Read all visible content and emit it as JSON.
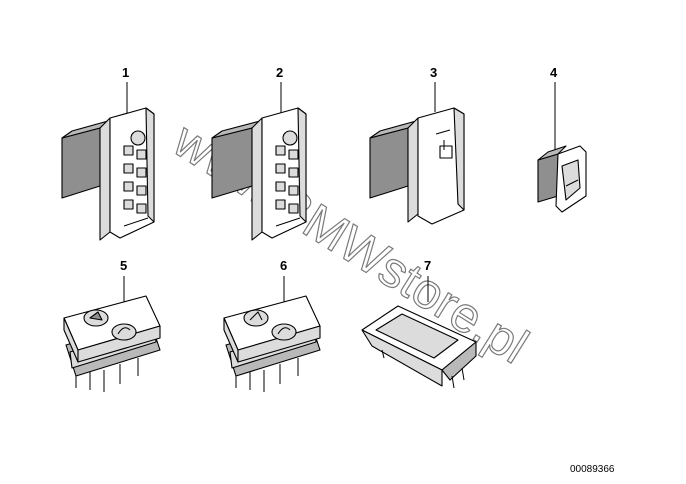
{
  "diagram": {
    "parts": [
      {
        "number": "1",
        "icon": "window-switch-block-icon"
      },
      {
        "number": "2",
        "icon": "window-switch-block-icon"
      },
      {
        "number": "3",
        "icon": "single-switch-icon"
      },
      {
        "number": "4",
        "icon": "small-switch-icon"
      },
      {
        "number": "5",
        "icon": "rocker-switch-icon"
      },
      {
        "number": "6",
        "icon": "rocker-switch-icon"
      },
      {
        "number": "7",
        "icon": "switch-bezel-icon"
      }
    ],
    "watermark": "www.BMWstore.pl",
    "document_number": "00089366"
  }
}
